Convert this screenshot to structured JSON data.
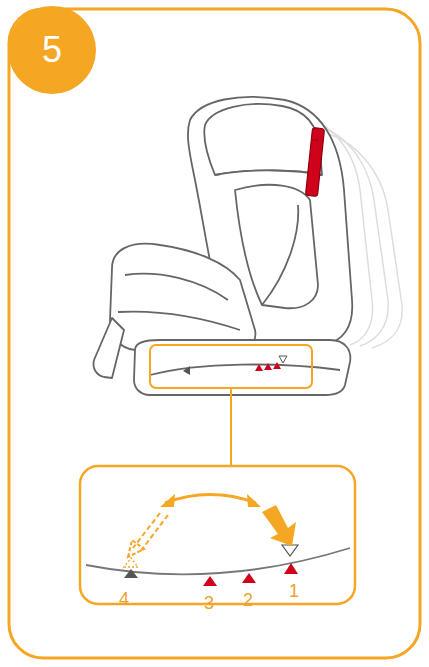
{
  "diagram": {
    "nodes": [
      {
        "text": [
          "5"
        ]
      }
    ],
    "labels": [
      "4",
      "3",
      "2",
      "1"
    ]
  }
}
